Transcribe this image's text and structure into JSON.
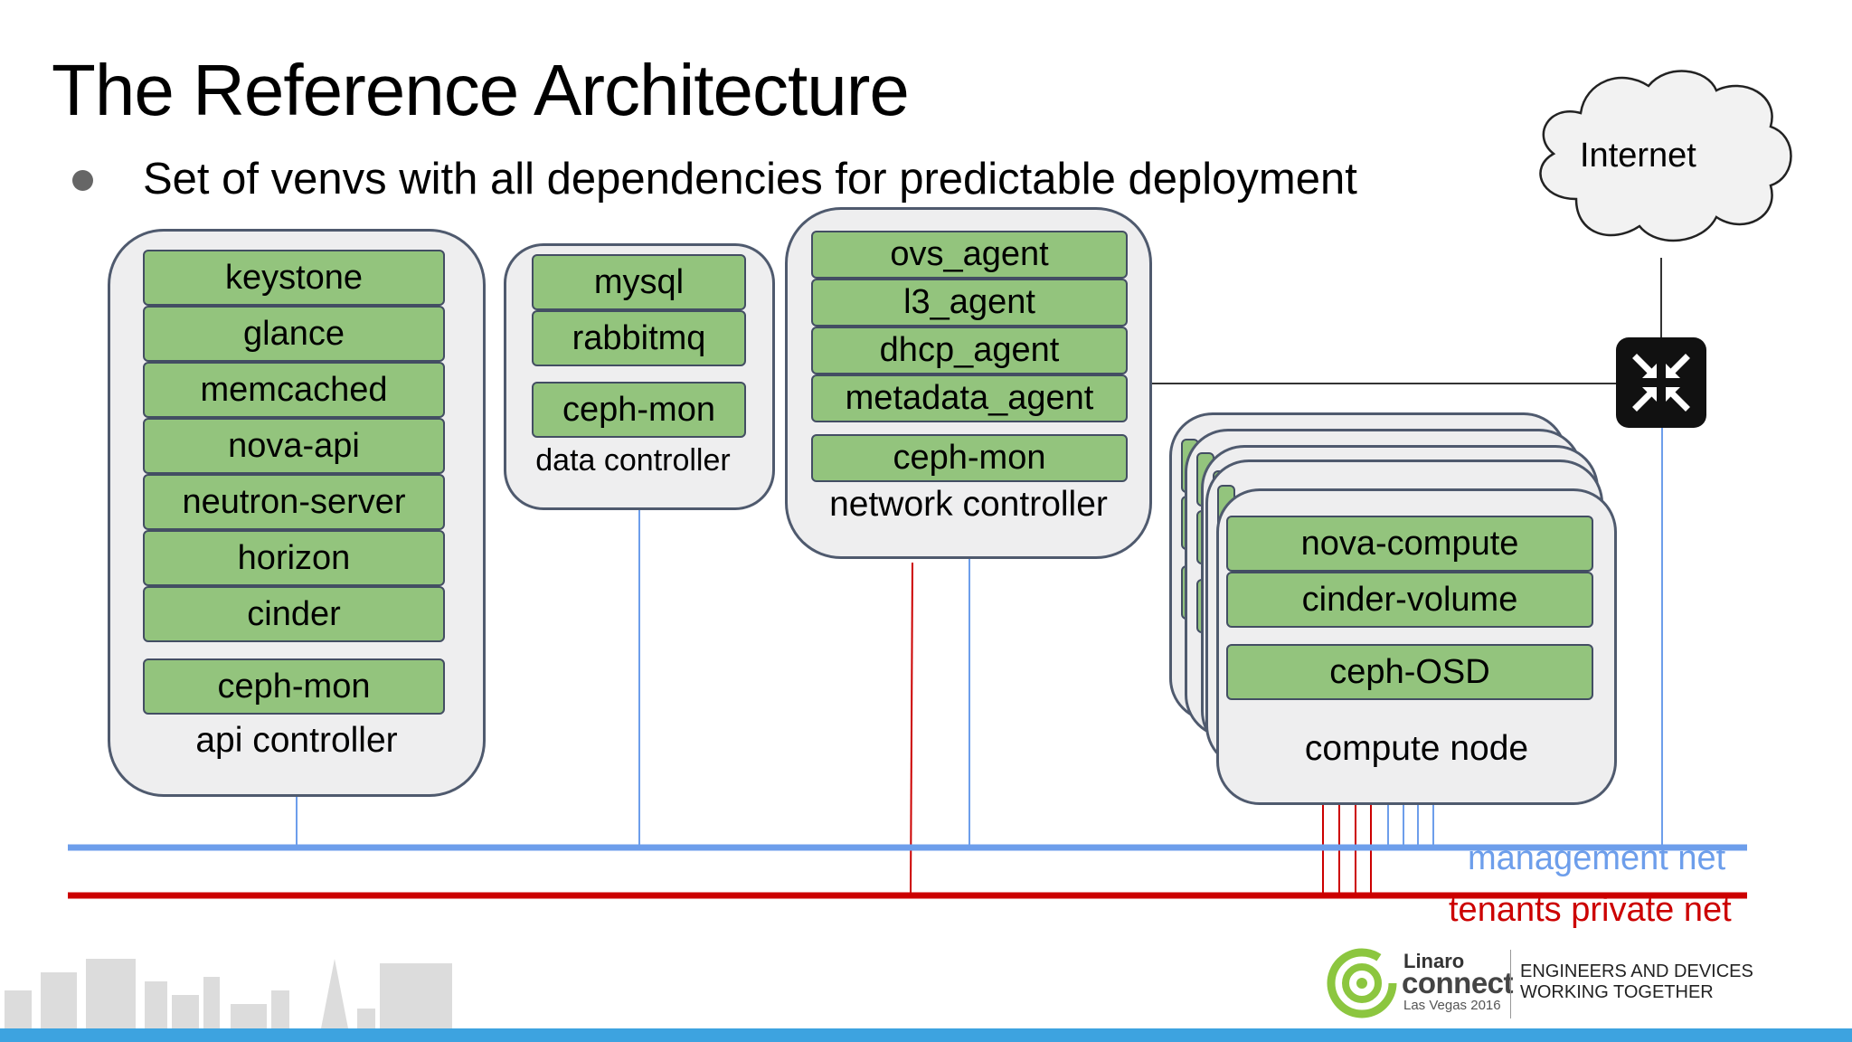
{
  "slide": {
    "title": "The Reference Architecture",
    "bullet": "Set of venvs with all dependencies for predictable deployment"
  },
  "nodes": {
    "api_controller": {
      "label": "api controller",
      "services": [
        "keystone",
        "glance",
        "memcached",
        "nova-api",
        "neutron-server",
        "horizon",
        "cinder"
      ],
      "mon": "ceph-mon"
    },
    "data_controller": {
      "label": "data controller",
      "services": [
        "mysql",
        "rabbitmq"
      ],
      "mon": "ceph-mon"
    },
    "network_controller": {
      "label": "network controller",
      "services": [
        "ovs_agent",
        "l3_agent",
        "dhcp_agent",
        "metadata_agent"
      ],
      "mon": "ceph-mon"
    },
    "compute_node": {
      "label": "compute node",
      "services": [
        "nova-compute",
        "cinder-volume"
      ],
      "osd": "ceph-OSD"
    }
  },
  "internet": {
    "label": "Internet"
  },
  "networks": {
    "management": {
      "label": "management net",
      "color": "#6d9eeb"
    },
    "tenants": {
      "label": "tenants private net",
      "color": "#cc0000"
    }
  },
  "colors": {
    "service_fill": "#93c47d",
    "node_fill": "#eeeeef",
    "footer_bar": "#3da3e0",
    "linaro_green": "#8cc63f"
  },
  "icons": {
    "router": "router-arrows-icon",
    "linaro_logo": "linaro-logo-icon",
    "skyline": "las-vegas-skyline-icon"
  },
  "footer": {
    "brand": "Linaro",
    "event": "connect",
    "event_place": "Las Vegas 2016",
    "tagline_1": "ENGINEERS AND DEVICES",
    "tagline_2": "WORKING TOGETHER"
  }
}
